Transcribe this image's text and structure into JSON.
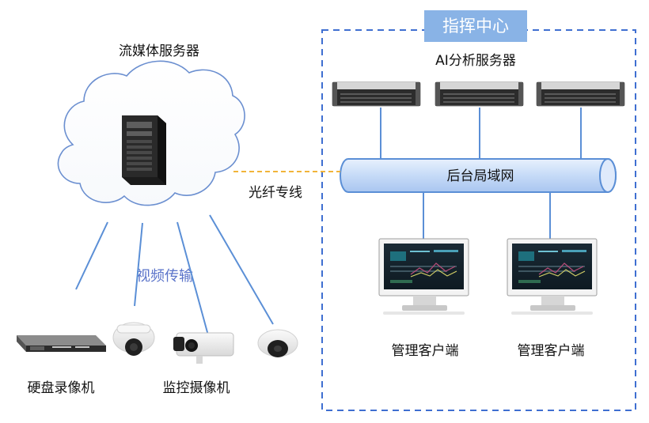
{
  "title_badge": "指挥中心",
  "labels": {
    "streaming_server": "流媒体服务器",
    "ai_servers": "AI分析服务器",
    "lan": "后台局域网",
    "fiber_link": "光纤专线",
    "video_transmission": "视频传输",
    "dvr": "硬盘录像机",
    "cameras": "监控摄像机",
    "client_left": "管理客户端",
    "client_right": "管理客户端"
  },
  "colors": {
    "accent_blue": "#5b8fd6",
    "badge_fill": "#89b3e6",
    "dashed_box": "#3f6fd1",
    "fiber_line": "#f1b43a"
  }
}
